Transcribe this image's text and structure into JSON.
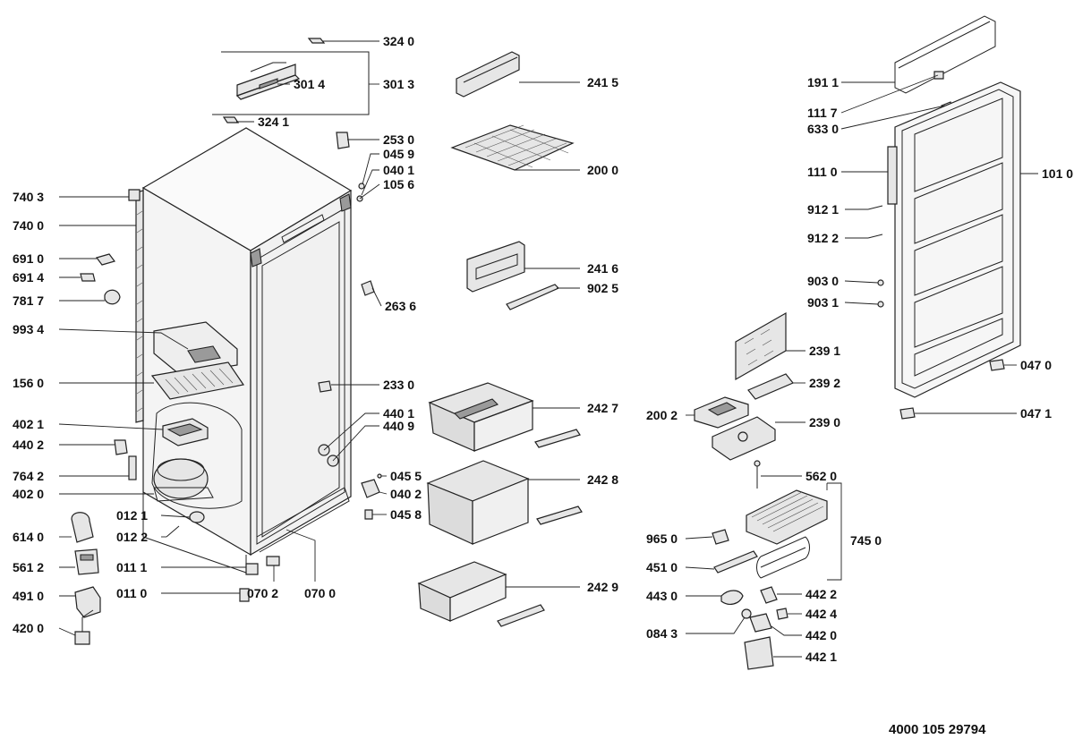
{
  "doc_number": "4000 105 29794",
  "parts": {
    "p3240": "324 0",
    "p3013": "301 3",
    "p3014": "301 4",
    "p3241": "324 1",
    "p2530": "253 0",
    "p0459": "045 9",
    "p0401": "040 1",
    "p1056": "105 6",
    "p7403": "740 3",
    "p7400": "740 0",
    "p6910": "691 0",
    "p6914": "691 4",
    "p7817": "781 7",
    "p9934": "993 4",
    "p1560": "156 0",
    "p4021": "402 1",
    "p4402": "440 2",
    "p7642": "764 2",
    "p4020": "402 0",
    "p0121": "012 1",
    "p0122": "012 2",
    "p6140": "614 0",
    "p5612": "561 2",
    "p0111": "011 1",
    "p0110": "011 0",
    "p4910": "491 0",
    "p4200": "420 0",
    "p0702": "070 2",
    "p0700": "070 0",
    "p2636": "263 6",
    "p2330": "233 0",
    "p4401": "440 1",
    "p4409": "440 9",
    "p0455": "045 5",
    "p0402": "040 2",
    "p0458": "045 8",
    "p2415": "241 5",
    "p2000": "200 0",
    "p2416": "241 6",
    "p9025": "902 5",
    "p2427": "242 7",
    "p2428": "242 8",
    "p2429": "242 9",
    "p1911": "191 1",
    "p1117": "111 7",
    "p6330": "633 0",
    "p1110": "111 0",
    "p1010": "101 0",
    "p9121": "912 1",
    "p9122": "912 2",
    "p9030": "903 0",
    "p9031": "903 1",
    "p2391": "239 1",
    "p2392": "239 2",
    "p2002": "200 2",
    "p2390": "239 0",
    "p0470": "047 0",
    "p0471": "047 1",
    "p5620": "562 0",
    "p7450": "745 0",
    "p9650": "965 0",
    "p4510": "451 0",
    "p4430": "443 0",
    "p4422": "442 2",
    "p4424": "442 4",
    "p0843": "084 3",
    "p4420": "442 0",
    "p4421": "442 1"
  }
}
